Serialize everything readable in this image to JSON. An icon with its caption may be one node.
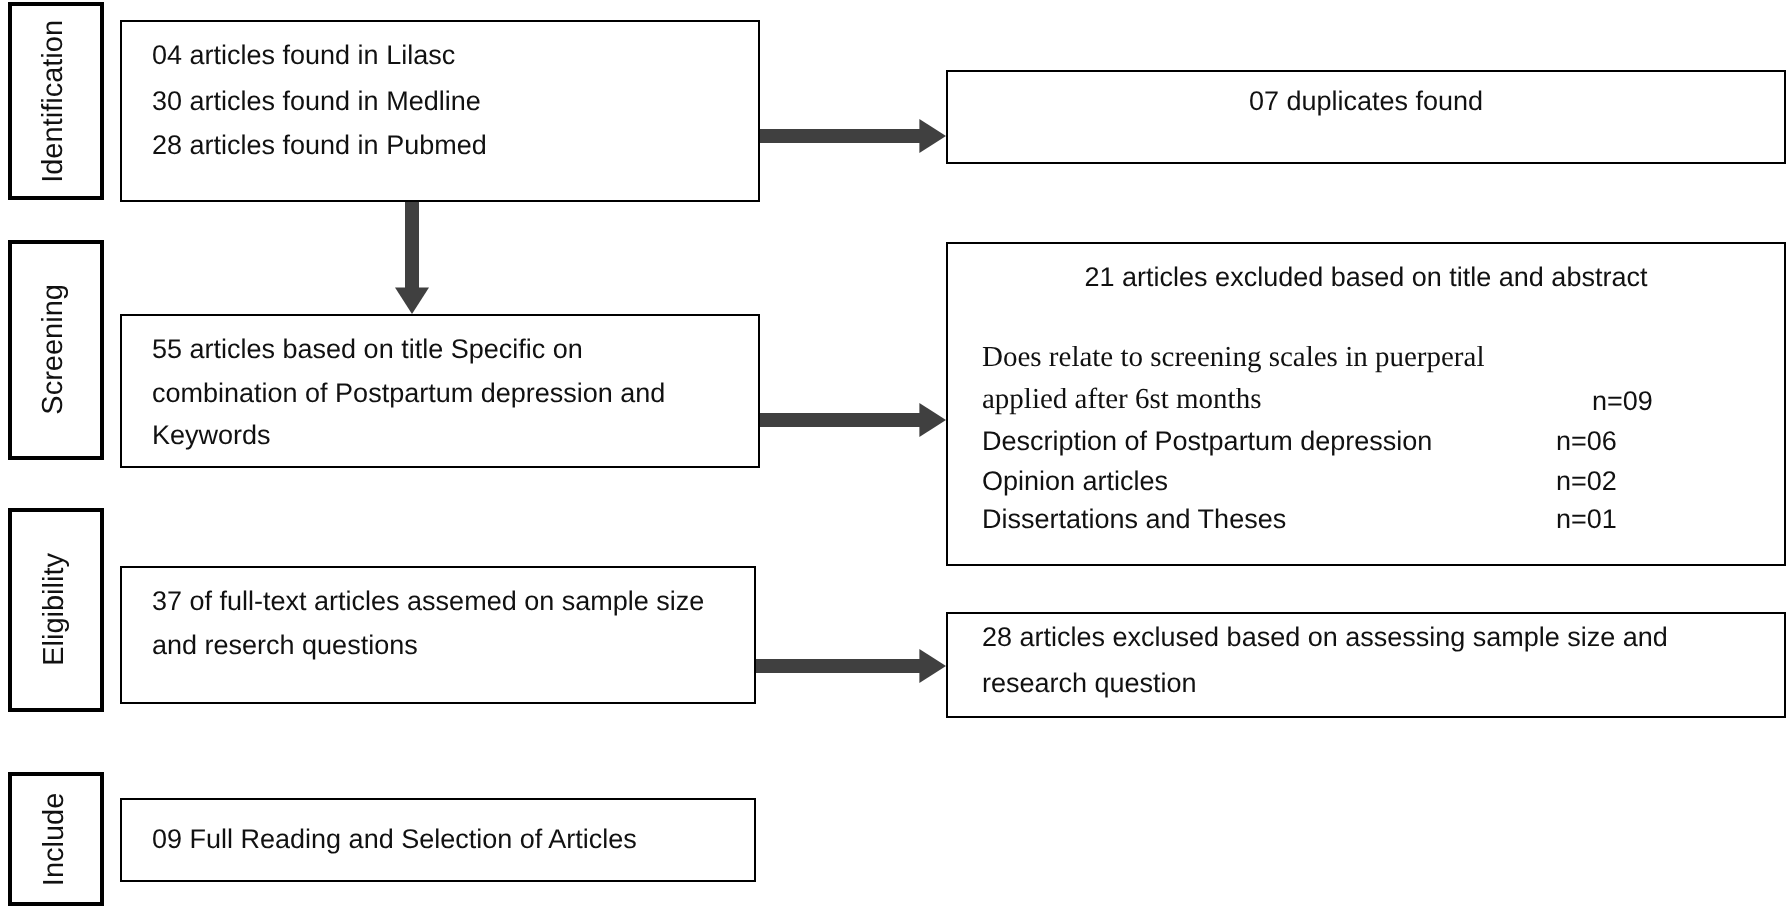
{
  "diagram": {
    "nodes": [
      {
        "text": [
          "Identification"
        ]
      },
      {
        "text": [
          "04 articles found in Lilasc",
          "30 articles found in Medline",
          "28 articles found in Pubmed"
        ]
      },
      {
        "text": [
          "07 duplicates found"
        ]
      },
      {
        "text": [
          "Screening"
        ]
      },
      {
        "text": [
          "55 articles based on title Specific on combination of Postpartum depression and Keywords"
        ]
      },
      {
        "text": [
          "21 articles excluded based on title and abstract",
          "Does relate to screening scales in puerperal applied after 6st months",
          "n=09",
          "Description of Postpartum depression",
          "n=06",
          "Opinion articles",
          "n=02",
          "Dissertations and Theses",
          "n=01"
        ]
      },
      {
        "text": [
          "Eligibility"
        ]
      },
      {
        "text": [
          "37 of full-text articles assemed on sample size and reserch questions"
        ]
      },
      {
        "text": [
          "28 articles exclused based on assessing sample size and research question"
        ]
      },
      {
        "text": [
          "Include"
        ]
      },
      {
        "text": [
          "09 Full Reading and Selection of Articles"
        ]
      }
    ],
    "edges": [
      {
        "from": 1,
        "to": 2,
        "arrow": "to"
      },
      {
        "from": 1,
        "to": 4,
        "arrow": "to"
      },
      {
        "from": 4,
        "to": 5,
        "arrow": "to"
      },
      {
        "from": 7,
        "to": 8,
        "arrow": "to"
      }
    ]
  }
}
